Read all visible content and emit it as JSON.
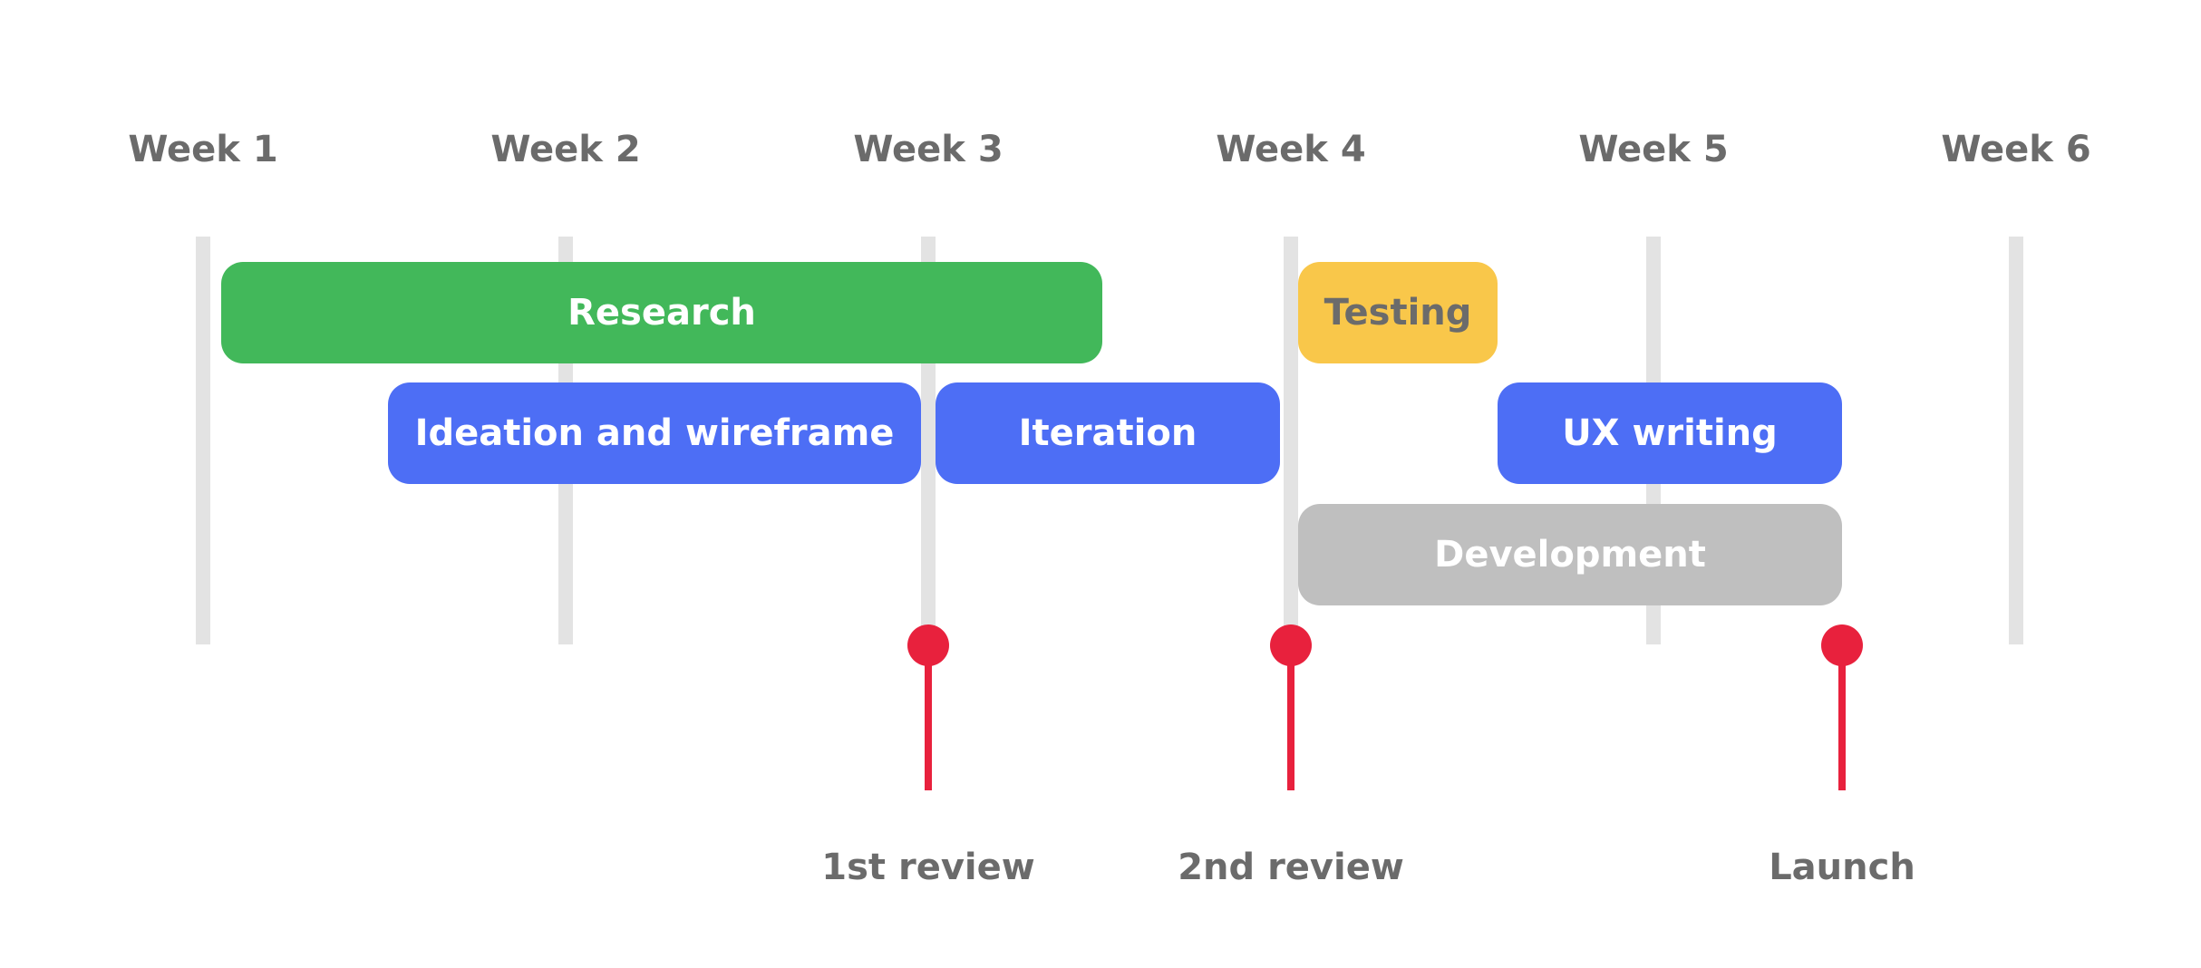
{
  "weeks": [
    "Week 1",
    "Week 2",
    "Week 3",
    "Week 4",
    "Week 5",
    "Week 6"
  ],
  "tasks": [
    {
      "label": "Research",
      "start": 1.05,
      "end": 3.48,
      "color": "#42b85a",
      "text_color": "#ffffff"
    },
    {
      "label": "Testing",
      "start": 4.02,
      "end": 4.57,
      "color": "#f9c74a",
      "text_color": "#6b6b6b"
    },
    {
      "label": "Ideation and wireframe",
      "start": 1.51,
      "end": 2.98,
      "color": "#4d6ef5",
      "text_color": "#ffffff"
    },
    {
      "label": "Iteration",
      "start": 3.02,
      "end": 3.97,
      "color": "#4d6ef5",
      "text_color": "#ffffff"
    },
    {
      "label": "UX writing",
      "start": 4.57,
      "end": 5.52,
      "color": "#4d6ef5",
      "text_color": "#ffffff"
    },
    {
      "label": "Development",
      "start": 4.02,
      "end": 5.52,
      "color": "#bfbfbf",
      "text_color": "#ffffff"
    }
  ],
  "milestones": [
    {
      "label": "1st review",
      "at": 3.0
    },
    {
      "label": "2nd review",
      "at": 4.0
    },
    {
      "label": "Launch",
      "at": 5.52
    }
  ],
  "colors": {
    "milestone": "#e8213d",
    "gridline": "#e3e3e3",
    "label_text": "#6b6b6b"
  }
}
